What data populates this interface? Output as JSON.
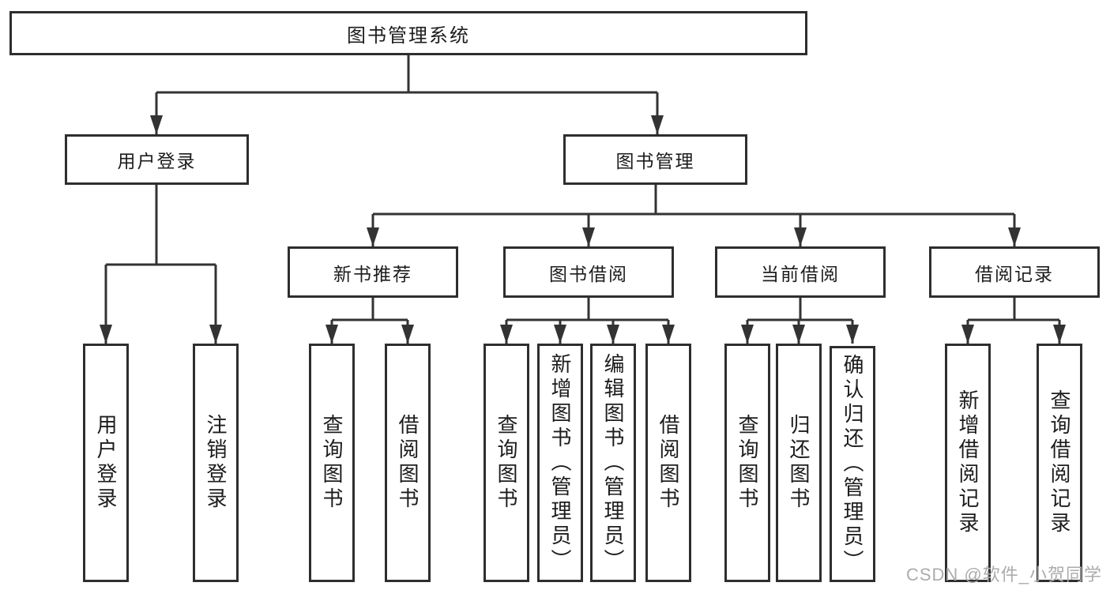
{
  "tree": {
    "label": "图书管理系统",
    "children": [
      {
        "label": "用户登录",
        "children": [
          {
            "label": "用户登录"
          },
          {
            "label": "注销登录"
          }
        ]
      },
      {
        "label": "图书管理",
        "children": [
          {
            "label": "新书推荐",
            "children": [
              {
                "label": "查询图书"
              },
              {
                "label": "借阅图书"
              }
            ]
          },
          {
            "label": "图书借阅",
            "children": [
              {
                "label": "查询图书"
              },
              {
                "label": "新增图书（管理员）"
              },
              {
                "label": "编辑图书（管理员）"
              },
              {
                "label": "借阅图书"
              }
            ]
          },
          {
            "label": "当前借阅",
            "children": [
              {
                "label": "查询图书"
              },
              {
                "label": "归还图书"
              },
              {
                "label": "确认归还（管理员）"
              }
            ]
          },
          {
            "label": "借阅记录",
            "children": [
              {
                "label": "新增借阅记录"
              },
              {
                "label": "查询借阅记录"
              }
            ]
          }
        ]
      }
    ]
  },
  "watermark": {
    "text": "CSDN @软件_小贺同学"
  },
  "colors": {
    "line": "#333333",
    "box_border": "#2e2e2e",
    "text": "#1c1c1c",
    "watermark": "#acacac",
    "background": "#ffffff"
  }
}
